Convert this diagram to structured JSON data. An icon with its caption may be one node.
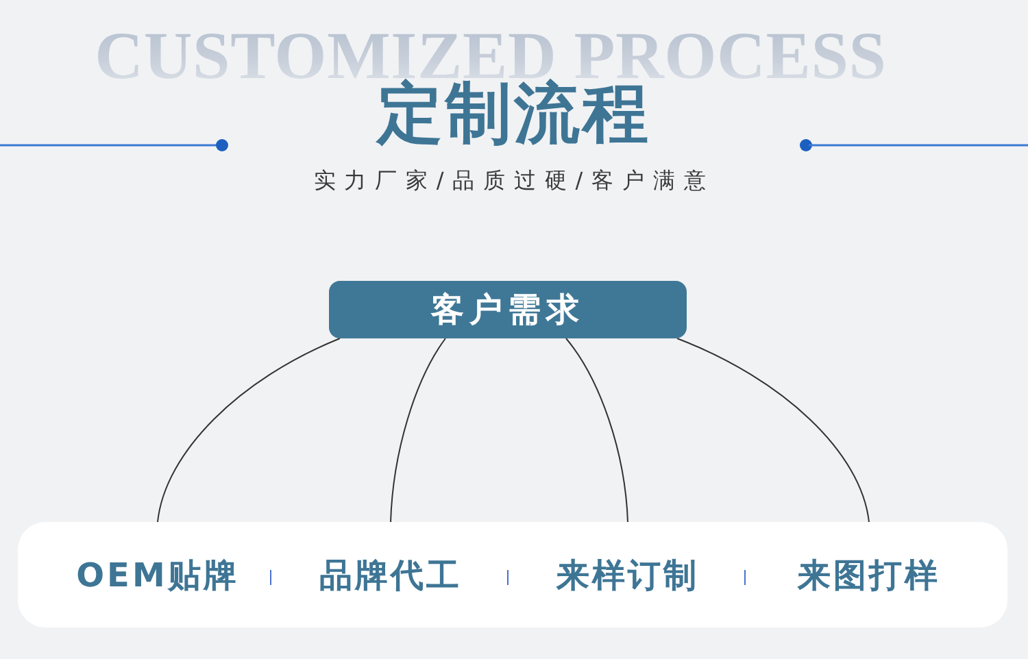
{
  "diagram": {
    "title": "定制流程",
    "nodes": [
      {
        "text": [
          "客户需求"
        ]
      },
      {
        "text": [],
        "shape": "box"
      },
      {
        "text": [
          "OEM贴牌"
        ],
        "in": 1
      },
      {
        "text": [
          "品牌代工"
        ],
        "in": 1
      },
      {
        "text": [
          "来样订制"
        ],
        "in": 1
      },
      {
        "text": [
          "来图打样"
        ],
        "in": 1
      }
    ],
    "edges": [
      {
        "from": 0,
        "to": 2,
        "arrow": "none"
      },
      {
        "from": 0,
        "to": 3,
        "arrow": "none"
      },
      {
        "from": 0,
        "to": 4,
        "arrow": "none"
      },
      {
        "from": 0,
        "to": 5,
        "arrow": "none"
      }
    ],
    "labels": [
      "CUSTOMIZED PROCESS",
      "实力厂家/品质过硬/客户满意"
    ]
  }
}
